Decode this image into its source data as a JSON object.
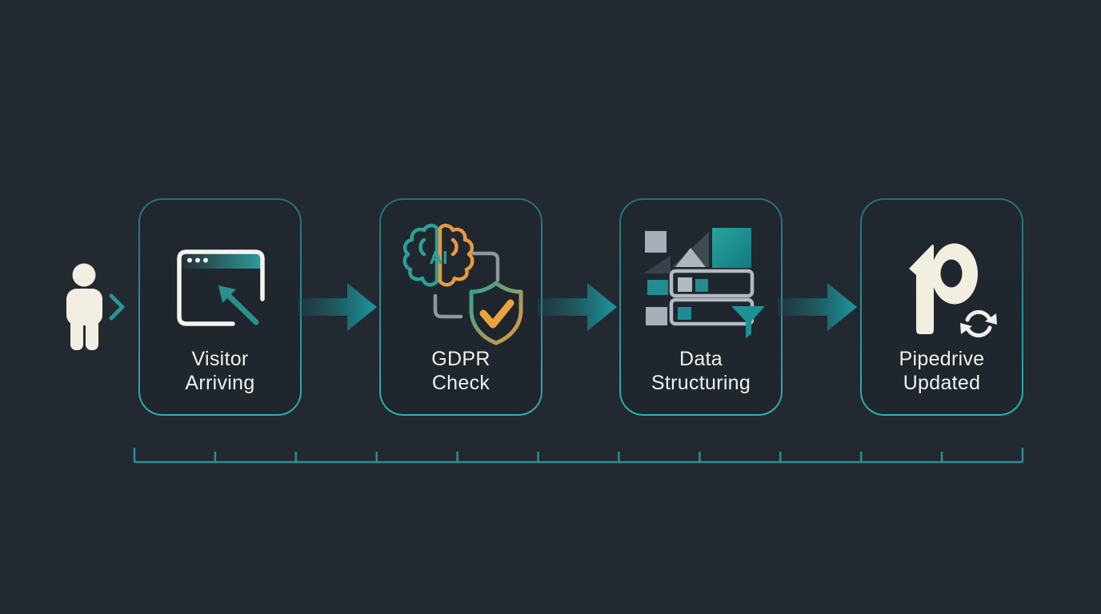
{
  "diagram": {
    "background_color": "#222931",
    "accent_teal": "#2a9d9f",
    "accent_orange": "#e89d42",
    "cream": "#f2efe0",
    "text_color": "#eff2ec",
    "actor": {
      "icon": "person-icon",
      "color": "#f2efe2"
    },
    "entry_connector": {
      "icon": "chevron-right-icon",
      "color": "#2a9396"
    },
    "steps": [
      {
        "label_line1": "Visitor",
        "label_line2": "Arriving",
        "icon": "browser-cursor-icon"
      },
      {
        "label_line1": "GDPR",
        "label_line2": "Check",
        "icon": "ai-brain-shield-check-icon",
        "icon_text": "AI"
      },
      {
        "label_line1": "Data",
        "label_line2": "Structuring",
        "icon": "data-blocks-filter-icon"
      },
      {
        "label_line1": "Pipedrive",
        "label_line2": "Updated",
        "icon": "pipedrive-logo-sync-icon",
        "logo_letter": "p"
      }
    ],
    "connector_icon": "block-arrow-right-icon",
    "timeline": {
      "icon": "ruler-ticks-icon",
      "tick_count": 12
    }
  }
}
